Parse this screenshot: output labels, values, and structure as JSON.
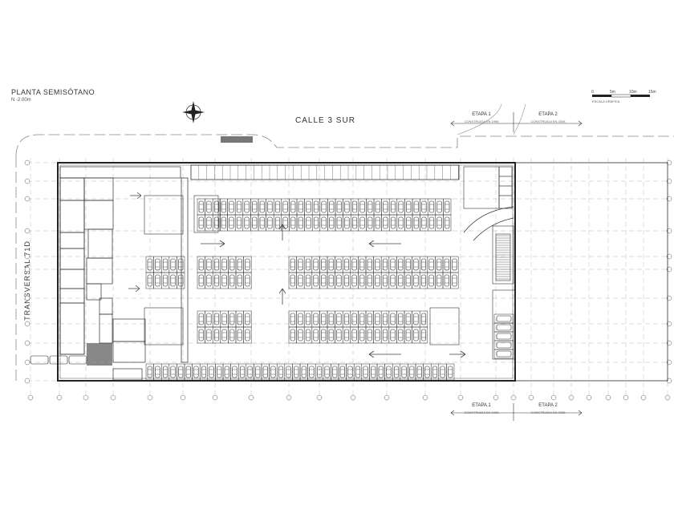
{
  "title": "PLANTA SEMISÓTANO",
  "level": "N -2.00m",
  "streets": {
    "top": "CALLE 3 SUR",
    "side": "TRANSVERSAL 71D"
  },
  "stages_top": [
    {
      "label": "ETAPA 1",
      "sub": "CONSTRUIDA EN 1998"
    },
    {
      "label": "ETAPA 2",
      "sub": "CONSTRUIDA EN 2008"
    }
  ],
  "stages_bottom": [
    {
      "label": "ETAPA 1",
      "sub": "CONSTRUIDA EN 1998"
    },
    {
      "label": "ETAPA 2",
      "sub": "CONSTRUIDA EN 2008"
    }
  ],
  "scale": {
    "label": "ESCALA GRÁFICA",
    "ticks": [
      "0",
      "5m",
      "10m",
      "15m"
    ]
  },
  "colors": {
    "line": "#333333",
    "grid": "#9a9a9a",
    "hatch": "#555555"
  },
  "icons": [
    "north-arrow-icon"
  ]
}
